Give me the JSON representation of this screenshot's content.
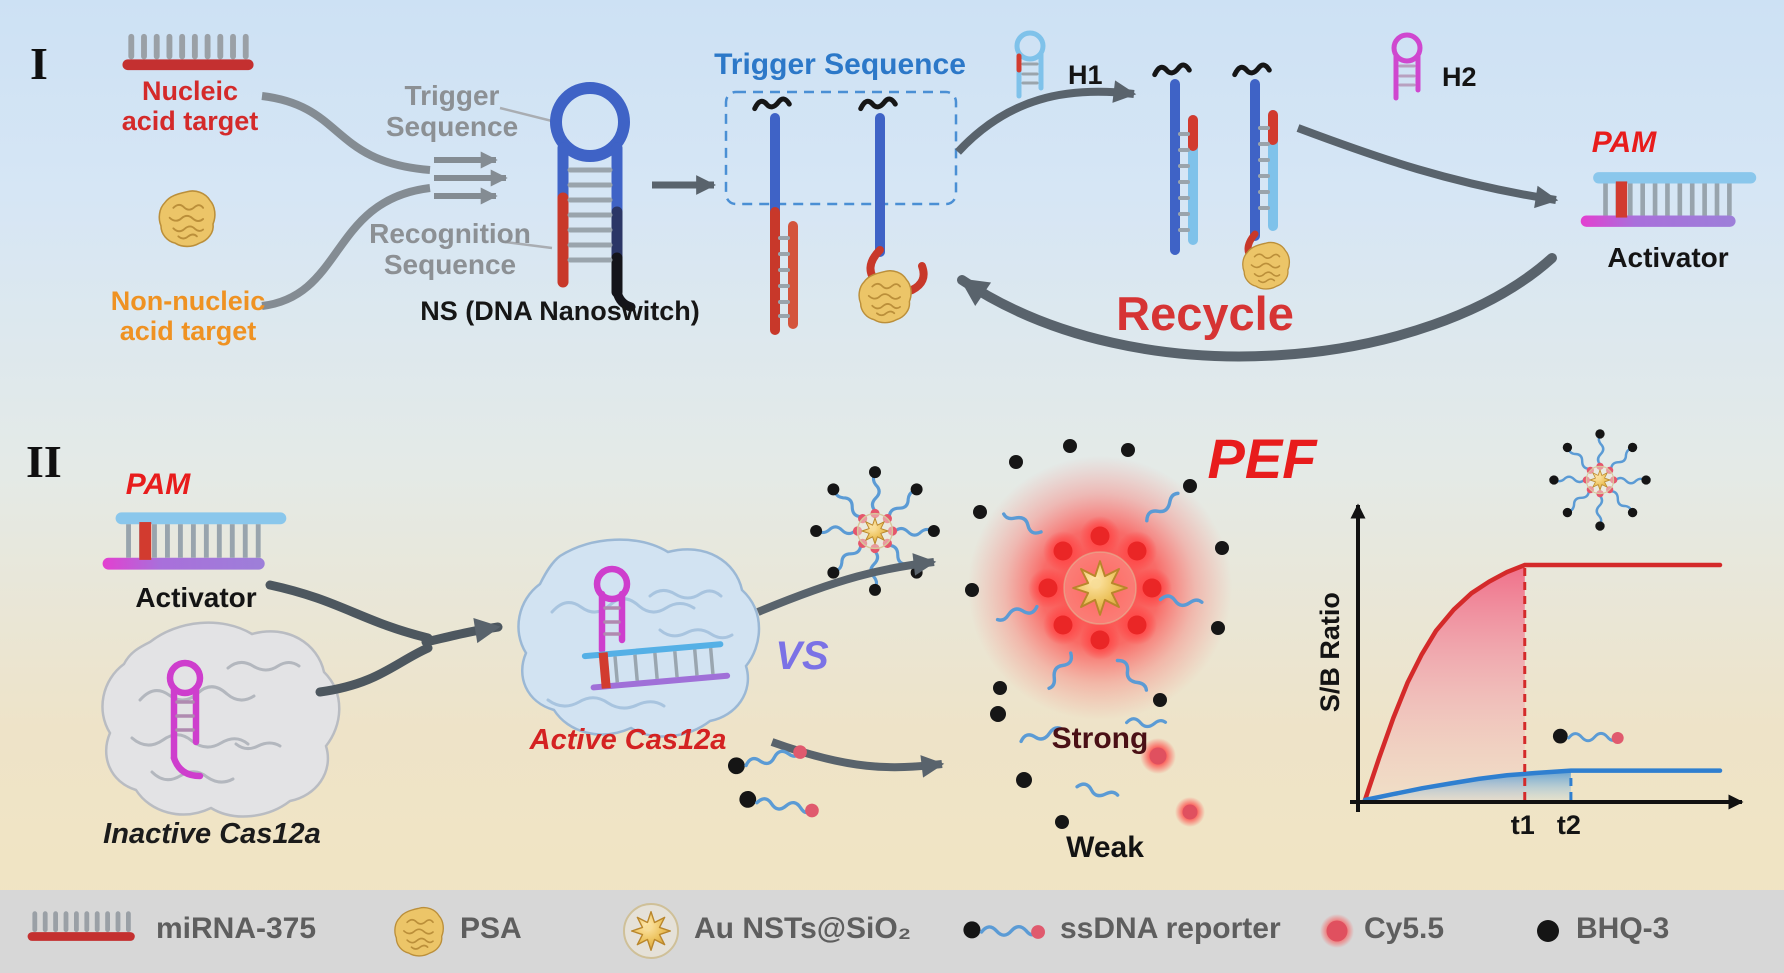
{
  "background": {
    "top": "#cde1f4",
    "bottom": "#f2e5c1",
    "legend_bar": "#d7d7d7"
  },
  "panel1": {
    "numeral": "I",
    "nucleic_acid_target": "Nucleic\nacid target",
    "non_nucleic_acid_target": "Non-nucleic\nacid target",
    "trigger_sequence": "Trigger\nSequence",
    "recognition_sequence": "Recognition\nSequence",
    "nanoswitch_label": "NS (DNA Nanoswitch)",
    "trigger_sequence_box_label": "Trigger Sequence",
    "h1_label": "H1",
    "h2_label": "H2",
    "pam_label": "PAM",
    "activator_label": "Activator",
    "recycle_label": "Recycle"
  },
  "panel2": {
    "numeral": "II",
    "pam_label": "PAM",
    "activator_label": "Activator",
    "inactive_cas12a_label": "Inactive Cas12a",
    "active_cas12a_label": "Active Cas12a",
    "vs_label": "VS",
    "pef_label": "PEF",
    "strong_label": "Strong",
    "weak_label": "Weak"
  },
  "chart_data": {
    "type": "line",
    "title": "",
    "xlabel": "",
    "ylabel": "S/B Ratio",
    "ylim": [
      0,
      1
    ],
    "grid": false,
    "legend_position": "icons-next-to-curves",
    "ticks": [
      {
        "label": "t1",
        "x": 0.45,
        "series": 0
      },
      {
        "label": "t2",
        "x": 0.58,
        "series": 1
      }
    ],
    "series": [
      {
        "name": "Au NSTs@SiO2 nanoprobe (strong PEF signal)",
        "color": "#d42a2a",
        "x": [
          0,
          0.04,
          0.08,
          0.12,
          0.16,
          0.2,
          0.25,
          0.3,
          0.35,
          0.4,
          0.45,
          1.0
        ],
        "y": [
          0,
          0.18,
          0.35,
          0.5,
          0.62,
          0.72,
          0.81,
          0.88,
          0.93,
          0.97,
          1.0,
          1.0
        ]
      },
      {
        "name": "free ssDNA reporter (weak signal)",
        "color": "#2f7fd0",
        "x": [
          0,
          0.08,
          0.16,
          0.24,
          0.32,
          0.4,
          0.48,
          0.58,
          1.0
        ],
        "y": [
          0,
          0.025,
          0.05,
          0.07,
          0.09,
          0.105,
          0.115,
          0.125,
          0.125
        ]
      }
    ],
    "annotations": [
      "nanoprobe icon near red plateau",
      "ssDNA reporter icon near blue plateau"
    ]
  },
  "legend": {
    "items": [
      {
        "icon": "mirna-duplex-icon",
        "label": "miRNA-375"
      },
      {
        "icon": "psa-protein-icon",
        "label": "PSA"
      },
      {
        "icon": "gold-nanostar-icon",
        "label": "Au NSTs@SiO₂"
      },
      {
        "icon": "ssdna-reporter-icon",
        "label": "ssDNA reporter"
      },
      {
        "icon": "cy55-dye-icon",
        "label": "Cy5.5"
      },
      {
        "icon": "bhq3-quencher-icon",
        "label": "BHQ-3"
      }
    ]
  }
}
